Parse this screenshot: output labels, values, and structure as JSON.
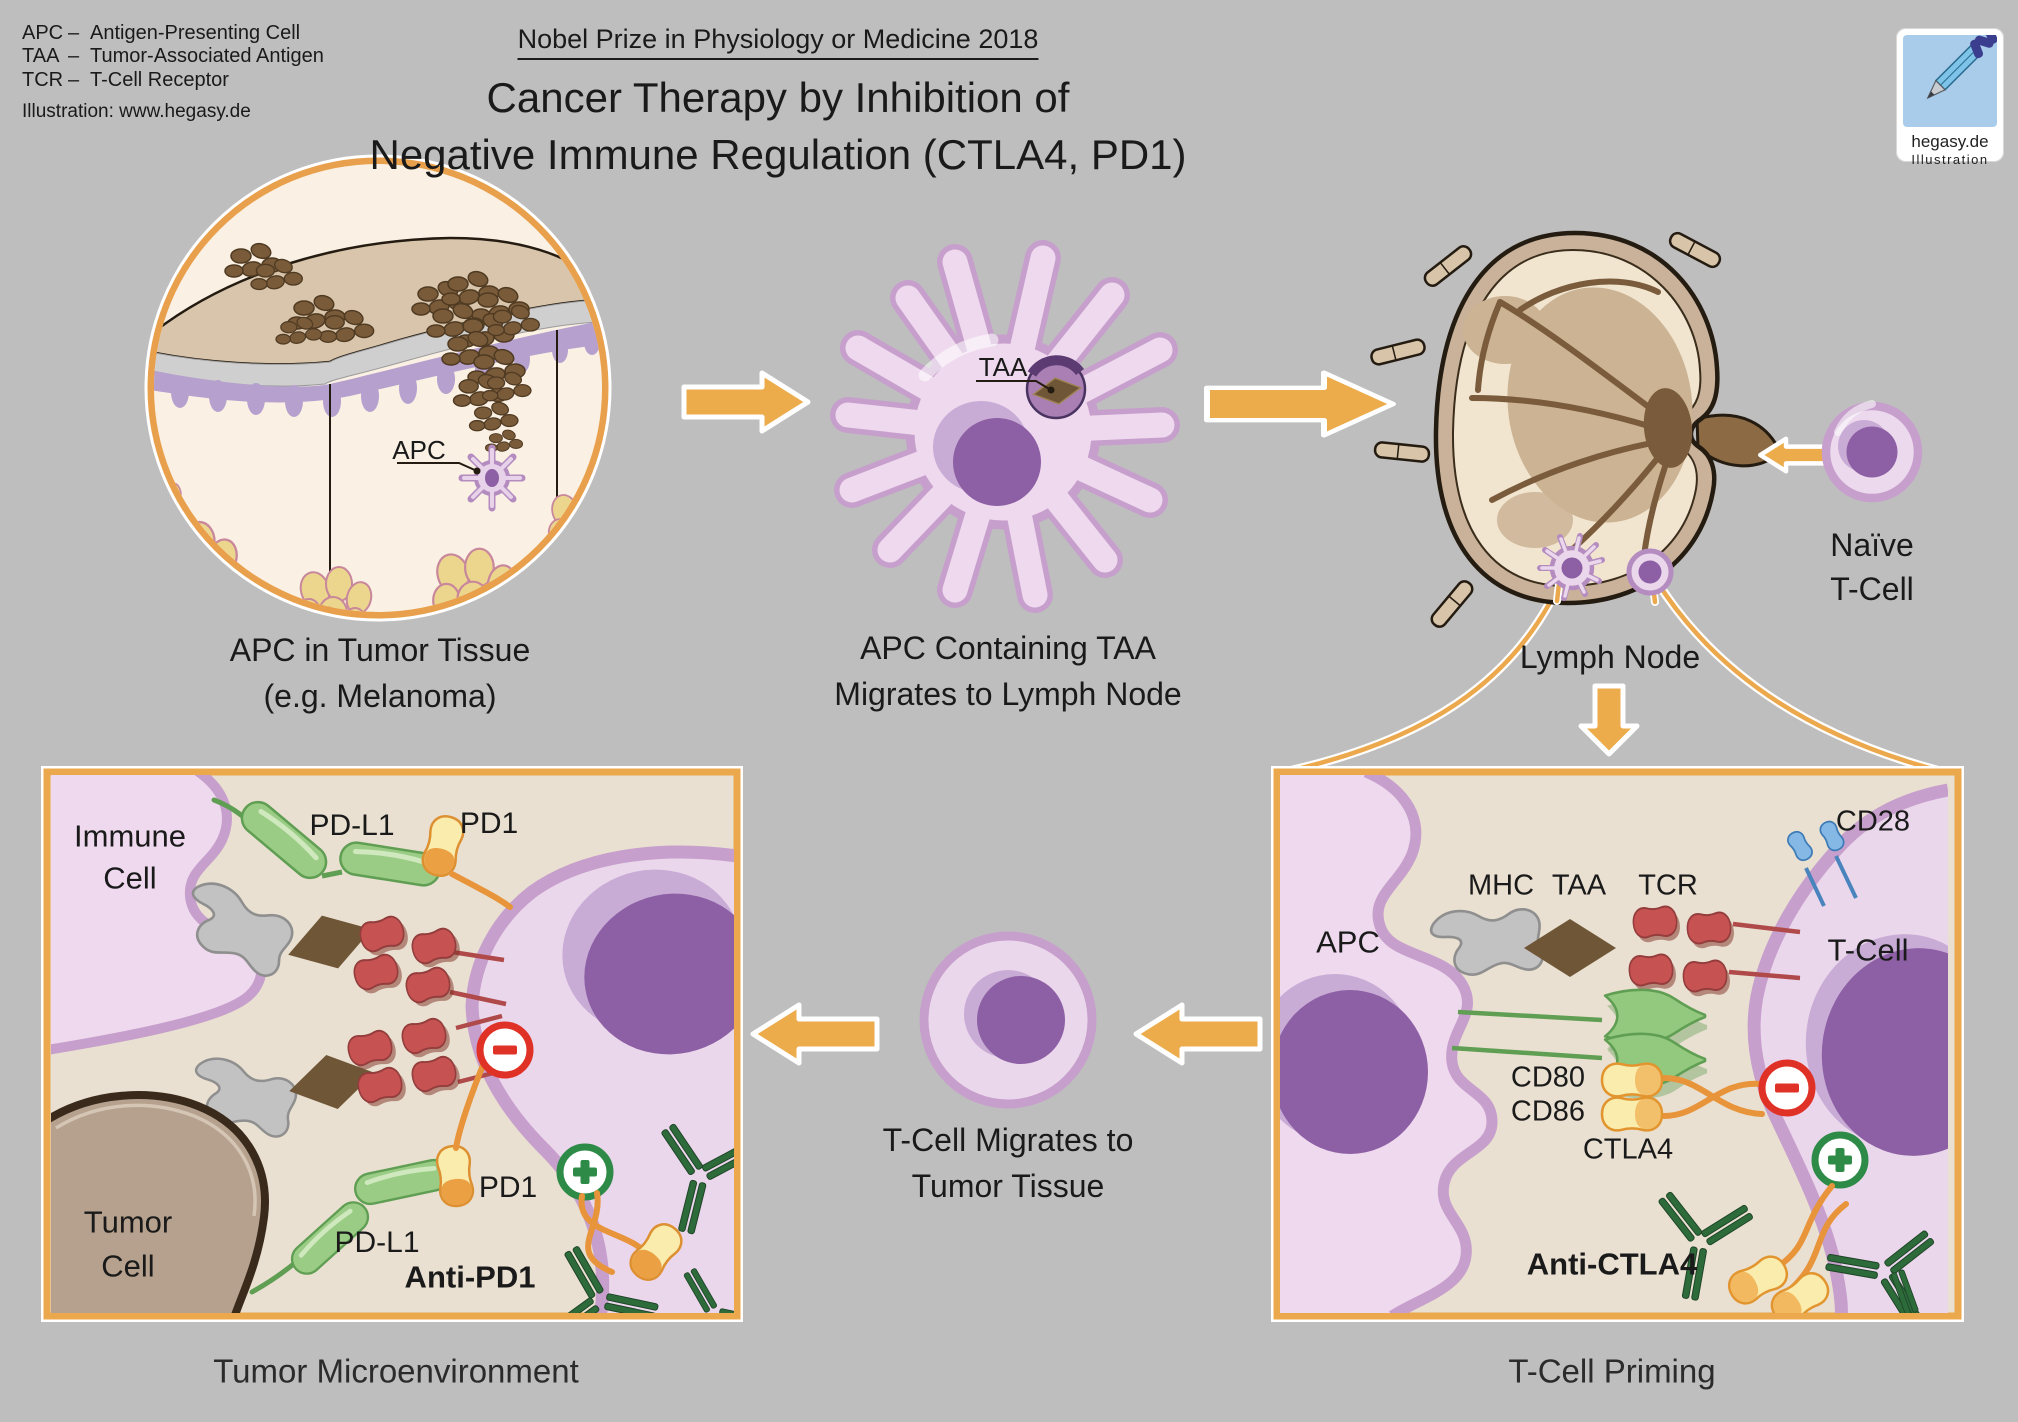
{
  "colors": {
    "background": "#BEBEBE",
    "accent_orange": "#ECA84D",
    "panel_bg": "#E9E0D1",
    "cell_fill": "#EFD9EE",
    "cell_border": "#C79FCC",
    "nucleus": "#8D5FA4",
    "inhibit_red": "#E03127",
    "activate_green": "#2E8B47",
    "antibody_green": "#2E6B3B",
    "pdl1_green": "#9BCC85",
    "pd1_yellow": "#F9ECAC",
    "tcr_red": "#C75252"
  },
  "legend": {
    "separator": "–",
    "items": [
      {
        "abbr": "APC",
        "name": "Antigen-Presenting Cell"
      },
      {
        "abbr": "TAA",
        "name": "Tumor-Associated Antigen"
      },
      {
        "abbr": "TCR",
        "name": "T-Cell Receptor"
      }
    ],
    "credit": "Illustration: www.hegasy.de"
  },
  "title": {
    "line1": "Nobel Prize in Physiology or Medicine 2018",
    "line2": "Cancer Therapy by Inhibition of",
    "line3": "Negative Immune Regulation (CTLA4, PD1)"
  },
  "logo": {
    "site": "hegasy.de",
    "sub": "Illustration"
  },
  "stage_tumor_tissue": {
    "caption_line1": "APC in Tumor Tissue",
    "caption_line2": "(e.g. Melanoma)",
    "apc_label": "APC"
  },
  "stage_apc_migration": {
    "caption_line1": "APC Containing TAA",
    "caption_line2": "Migrates to Lymph Node",
    "taa_label": "TAA"
  },
  "lymph_node": {
    "label": "Lymph Node"
  },
  "naive_tcell": {
    "line1": "Naïve",
    "line2": "T-Cell"
  },
  "priming": {
    "caption": "T-Cell Priming",
    "apc": "APC",
    "mhc": "MHC",
    "taa": "TAA",
    "tcr": "TCR",
    "cd28": "CD28",
    "tcell": "T-Cell",
    "cd80": "CD80",
    "cd86": "CD86",
    "ctla4": "CTLA4",
    "anti_ctla4": "Anti-CTLA4"
  },
  "migration": {
    "line1": "T-Cell Migrates to",
    "line2": "Tumor Tissue"
  },
  "tme": {
    "caption": "Tumor Microenvironment",
    "immune_line1": "Immune",
    "immune_line2": "Cell",
    "pdl1_top": "PD-L1",
    "pd1_top": "PD1",
    "pd1_bottom": "PD1",
    "pdl1_bottom": "PD-L1",
    "tumor_line1": "Tumor",
    "tumor_line2": "Cell",
    "anti_pd1": "Anti-PD1"
  }
}
